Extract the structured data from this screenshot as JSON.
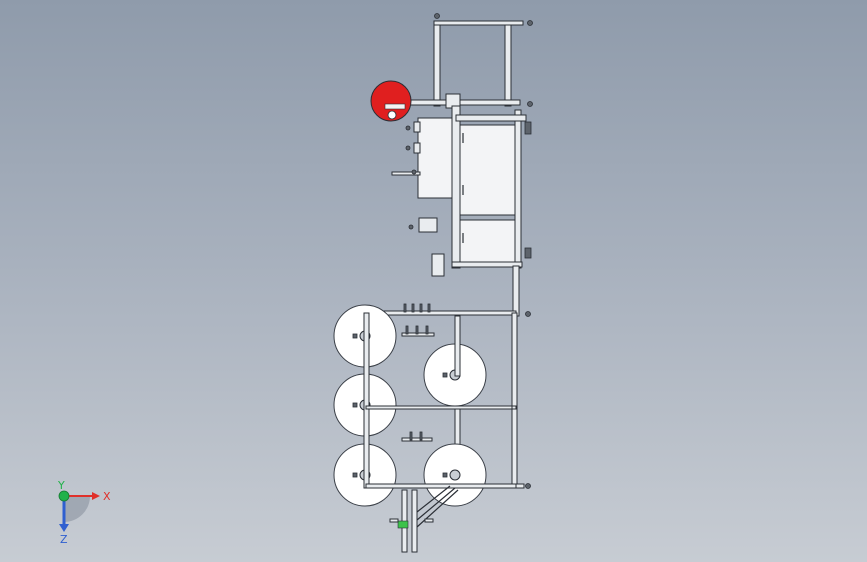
{
  "triad": {
    "x_label": "X",
    "y_label": "Y",
    "z_label": "Z",
    "x_color": "#e0302a",
    "y_color": "#21b24a",
    "z_color": "#2f5fd0"
  },
  "accent_color": "#e01f1f"
}
